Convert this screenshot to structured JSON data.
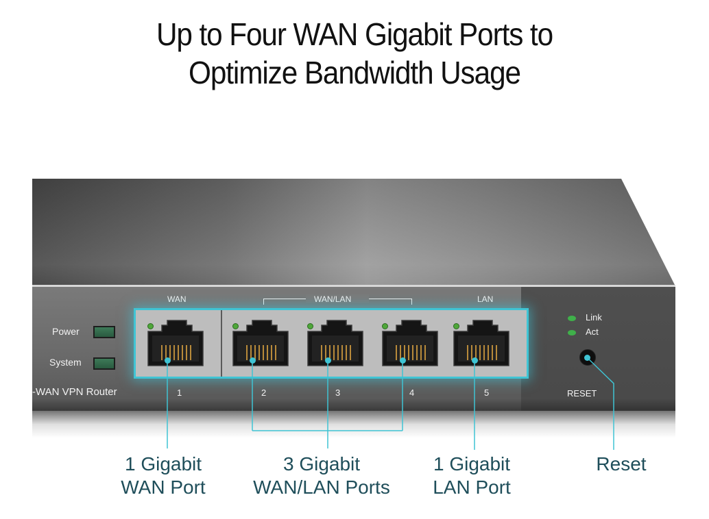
{
  "headline": {
    "line1": "Up to Four WAN Gigabit Ports to",
    "line2": "Optimize Bandwidth Usage"
  },
  "router": {
    "model_label": "-WAN VPN Router",
    "indicators": [
      {
        "label": "Power",
        "color": "#3d7a58"
      },
      {
        "label": "System",
        "color": "#3d7a58"
      }
    ],
    "group_labels": {
      "wan": "WAN",
      "wan_lan": "WAN/LAN",
      "lan": "LAN"
    },
    "ports": [
      {
        "number": "1",
        "type": "WAN"
      },
      {
        "number": "2",
        "type": "WAN/LAN"
      },
      {
        "number": "3",
        "type": "WAN/LAN"
      },
      {
        "number": "4",
        "type": "WAN/LAN"
      },
      {
        "number": "5",
        "type": "LAN"
      }
    ],
    "status_legend": [
      {
        "label": "Link",
        "color": "#3fb04a"
      },
      {
        "label": "Act",
        "color": "#3fb04a"
      }
    ],
    "reset_label": "RESET"
  },
  "callouts": [
    {
      "line1": "1 Gigabit",
      "line2": "WAN Port"
    },
    {
      "line1": "3 Gigabit",
      "line2": "WAN/LAN Ports"
    },
    {
      "line1": "1 Gigabit",
      "line2": "LAN Port"
    },
    {
      "line1": "Reset",
      "line2": ""
    }
  ],
  "colors": {
    "accent": "#3fc4d4",
    "callout_text": "#1f4e5a",
    "headline_text": "#111111"
  }
}
